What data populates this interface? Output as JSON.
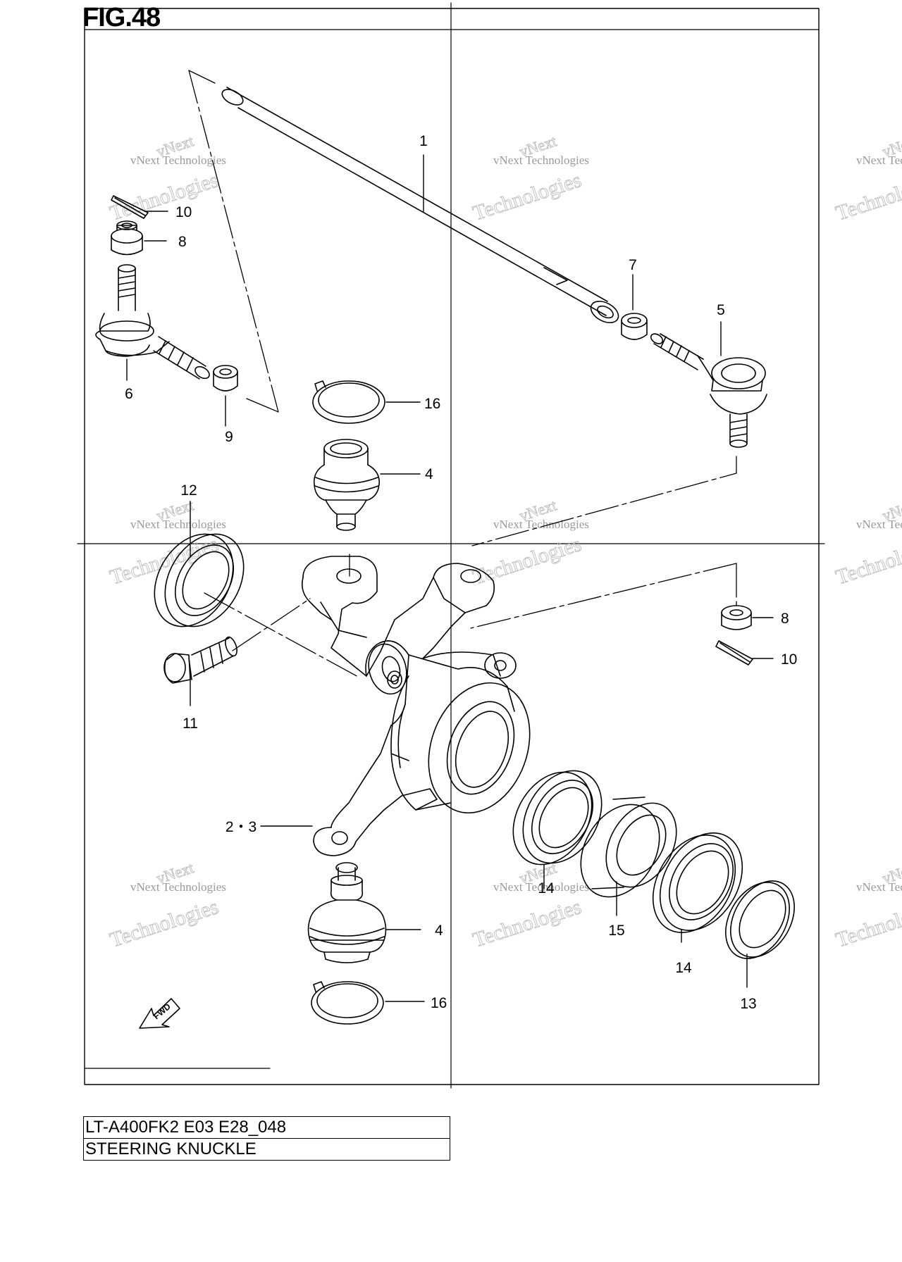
{
  "figure": {
    "title": "FIG.48",
    "model_code": "LT-A400FK2 E03 E28_048",
    "section_name": "STEERING KNUCKLE",
    "direction_label": "FWD"
  },
  "watermark": {
    "line1": "vNext Technologies",
    "line2": "vNext",
    "line3": "Technologies"
  },
  "callouts": [
    {
      "id": "1",
      "label": "1"
    },
    {
      "id": "2-3",
      "label": "2・3"
    },
    {
      "id": "4-top",
      "label": "4"
    },
    {
      "id": "4-bottom",
      "label": "4"
    },
    {
      "id": "5",
      "label": "5"
    },
    {
      "id": "6",
      "label": "6"
    },
    {
      "id": "7",
      "label": "7"
    },
    {
      "id": "8-left",
      "label": "8"
    },
    {
      "id": "8-right",
      "label": "8"
    },
    {
      "id": "9",
      "label": "9"
    },
    {
      "id": "10-left",
      "label": "10"
    },
    {
      "id": "10-right",
      "label": "10"
    },
    {
      "id": "11",
      "label": "11"
    },
    {
      "id": "12",
      "label": "12"
    },
    {
      "id": "13",
      "label": "13"
    },
    {
      "id": "14-left",
      "label": "14"
    },
    {
      "id": "14-right",
      "label": "14"
    },
    {
      "id": "15",
      "label": "15"
    },
    {
      "id": "16-top",
      "label": "16"
    },
    {
      "id": "16-bottom",
      "label": "16"
    }
  ]
}
